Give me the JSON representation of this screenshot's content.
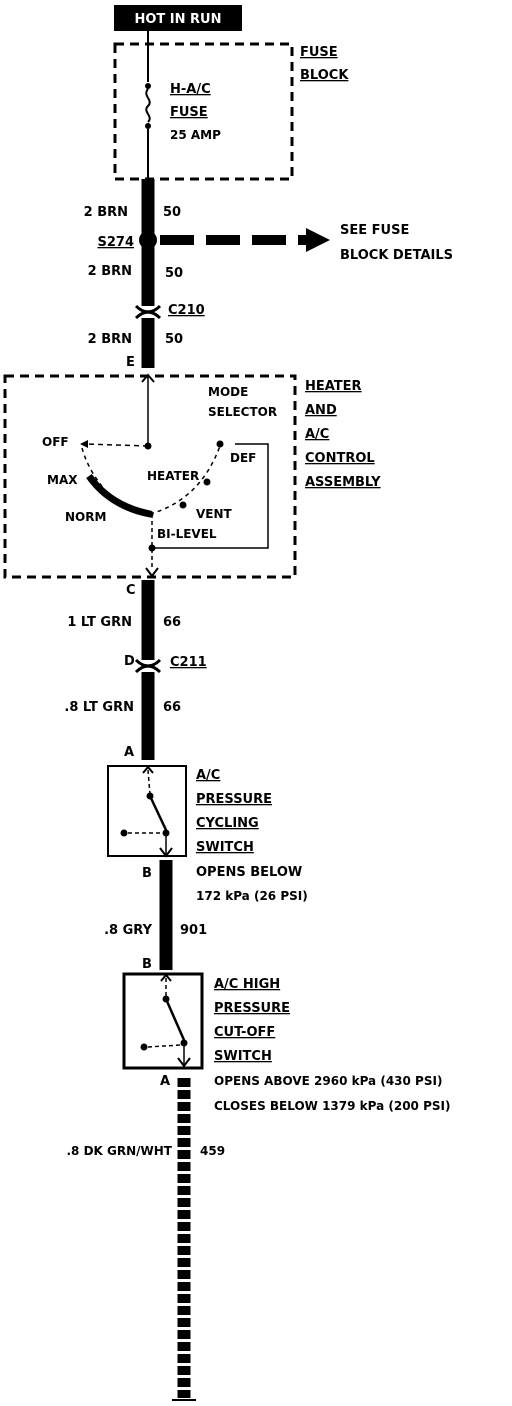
{
  "header": {
    "label": "HOT IN RUN"
  },
  "fuse_block": {
    "label": [
      "FUSE",
      "BLOCK"
    ],
    "fuse_name": [
      "H-A/C",
      "FUSE"
    ],
    "fuse_rating": "25 AMP"
  },
  "wires": {
    "w1_color": "2 BRN",
    "w1_circuit": "50",
    "splice": "S274",
    "splice_note": [
      "SEE FUSE",
      "BLOCK DETAILS"
    ],
    "w2_color": "2 BRN",
    "w2_circuit": "50",
    "connector1": "C210",
    "w3_color": "2 BRN",
    "w3_circuit": "50",
    "w4_color": "1 LT GRN",
    "w4_circuit": "66",
    "connector2": "C211",
    "w5_color": ".8 LT GRN",
    "w5_circuit": "66",
    "w6_color": ".8 GRY",
    "w6_circuit": "901",
    "w7_color": ".8 DK GRN/WHT",
    "w7_circuit": "459"
  },
  "pins": {
    "hvac_in": "E",
    "hvac_out": "C",
    "c211_pin": "D",
    "pcs_in": "A",
    "pcs_out": "B",
    "hps_in": "B",
    "hps_out": "A"
  },
  "hvac": {
    "title": [
      "HEATER",
      "AND",
      "A/C",
      "CONTROL",
      "ASSEMBLY"
    ],
    "mode_selector": [
      "MODE",
      "SELECTOR"
    ],
    "positions": {
      "off": "OFF",
      "max": "MAX",
      "norm": "NORM",
      "heater": "HEATER",
      "def": "DEF",
      "vent": "VENT",
      "bilevel": "BI-LEVEL"
    }
  },
  "pressure_cycling_switch": {
    "title": [
      "A/C",
      "PRESSURE",
      "CYCLING",
      "SWITCH"
    ],
    "note": [
      "OPENS BELOW",
      "172 kPa (26 PSI)"
    ]
  },
  "high_pressure_switch": {
    "title": [
      "A/C HIGH",
      "PRESSURE",
      "CUT-OFF",
      "SWITCH"
    ],
    "note": [
      "OPENS ABOVE 2960 kPa (430 PSI)",
      "CLOSES BELOW 1379 kPa (200 PSI)"
    ]
  }
}
